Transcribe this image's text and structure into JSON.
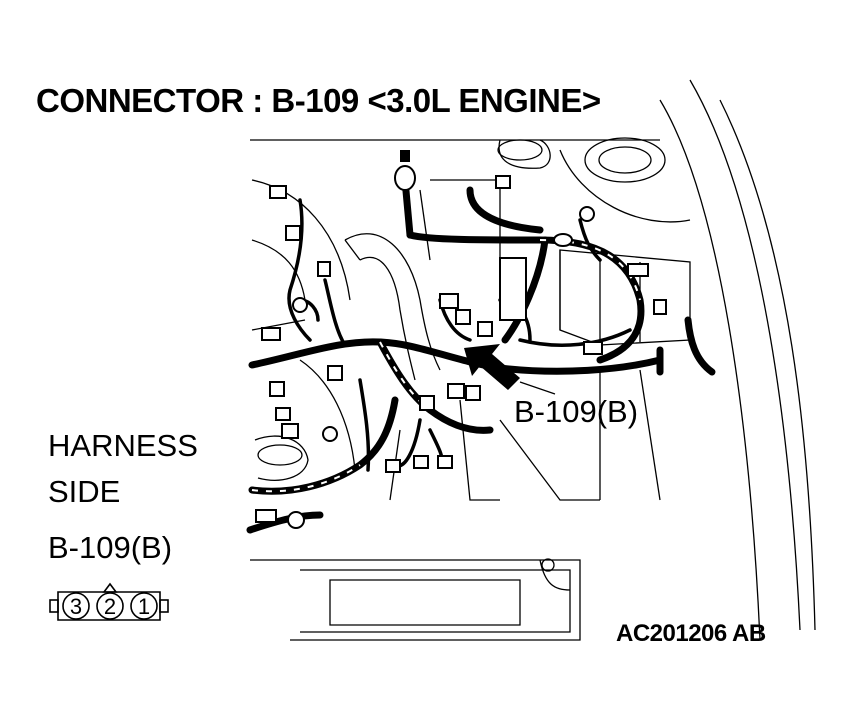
{
  "title": "CONNECTOR : B-109 <3.0L ENGINE>",
  "callout_label": "B-109(B)",
  "harness_side": {
    "line1": "HARNESS",
    "line2": "SIDE",
    "connector_id": "B-109(B)",
    "pins": [
      "3",
      "2",
      "1"
    ]
  },
  "figure_id": "AC201206 AB",
  "colors": {
    "ink": "#000000",
    "paper": "#ffffff"
  }
}
